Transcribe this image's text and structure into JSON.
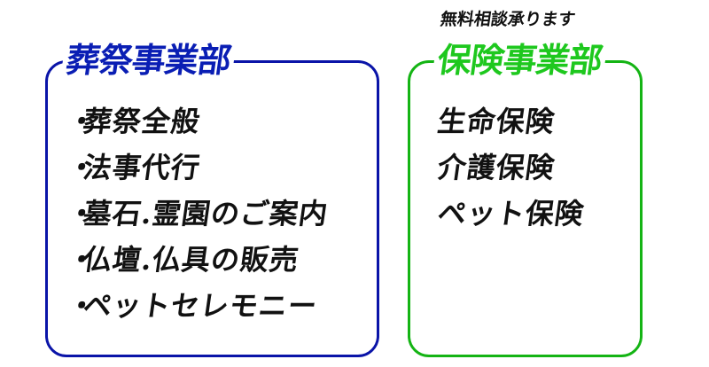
{
  "colors": {
    "funeral_border": "#0a14a8",
    "funeral_title": "#0a1eb4",
    "insurance_border": "#14b414",
    "insurance_title": "#1ec81e",
    "text": "#111111",
    "background": "#ffffff"
  },
  "funeral_division": {
    "title": "葬祭事業部",
    "bullet": "・",
    "items": [
      {
        "label": "葬祭全般"
      },
      {
        "label": "法事代行"
      },
      {
        "label": "墓石.霊園のご案内"
      },
      {
        "label": "仏壇.仏具の販売"
      },
      {
        "label": "ペットセレモニー"
      }
    ]
  },
  "insurance_division": {
    "note": "無料相談承ります",
    "title": "保険事業部",
    "items": [
      {
        "label": "生命保険"
      },
      {
        "label": "介護保険"
      },
      {
        "label": "ペット保険"
      }
    ]
  }
}
